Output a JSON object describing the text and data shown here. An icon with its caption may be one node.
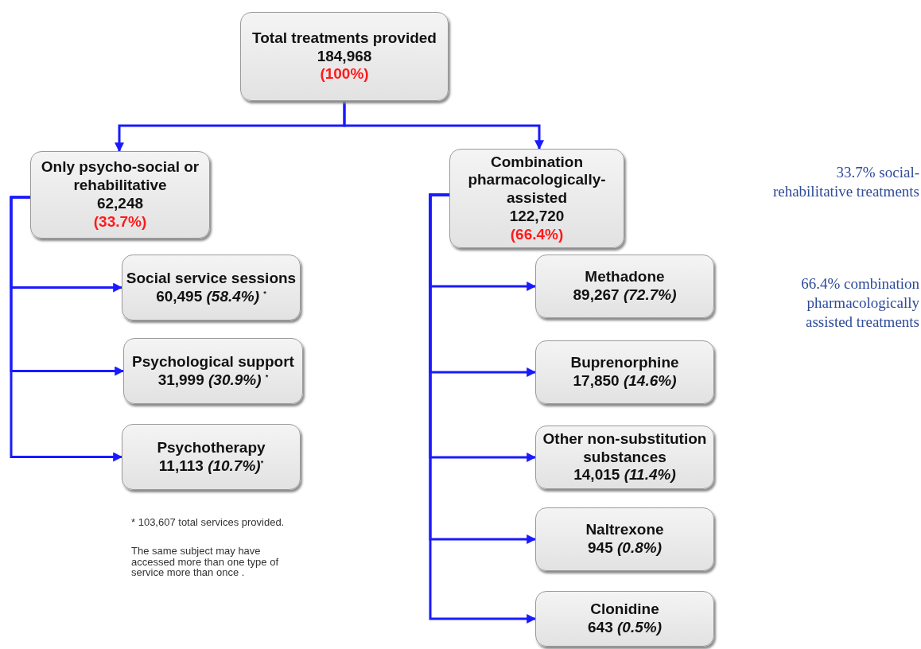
{
  "diagram": {
    "nodes": [
      {
        "text": [
          "Total treatments provided",
          "184,968",
          "(100%)"
        ]
      },
      {
        "text": [
          "Only psycho-social or rehabilitative",
          "62,248",
          "(33.7%)"
        ]
      },
      {
        "text": [
          "Combination pharmacologically-assisted",
          "122,720",
          "(66.4%)"
        ]
      },
      {
        "text": [
          "Social service sessions",
          "60,495 *(58.4%)* $^{*}$"
        ]
      },
      {
        "text": [
          "Psychological support",
          "31,999 *(30.9%)* $^{*}$"
        ]
      },
      {
        "text": [
          "Psychotherapy",
          "11,113 *(10.7%)*$^{*}$"
        ]
      },
      {
        "text": [
          "Methadone",
          "89,267 *(72.7%)*"
        ]
      },
      {
        "text": [
          "Buprenorphine",
          "17,850 *(14.6%)*"
        ]
      },
      {
        "text": [
          "Other non-substitution substances",
          "14,015 *(11.4%)*"
        ]
      },
      {
        "text": [
          "Naltrexone",
          "945 *(0.8%)*"
        ]
      },
      {
        "text": [
          "Clonidine",
          "643 *(0.5%)*"
        ]
      }
    ],
    "edges": [
      {
        "from": 0,
        "to": 1,
        "arrow": "to"
      },
      {
        "from": 0,
        "to": 2,
        "arrow": "to"
      },
      {
        "from": 1,
        "to": 3,
        "arrow": "to"
      },
      {
        "from": 1,
        "to": 4,
        "arrow": "to"
      },
      {
        "from": 1,
        "to": 5,
        "arrow": "to"
      },
      {
        "from": 2,
        "to": 6,
        "arrow": "to"
      },
      {
        "from": 2,
        "to": 7,
        "arrow": "to"
      },
      {
        "from": 2,
        "to": 8,
        "arrow": "to"
      },
      {
        "from": 2,
        "to": 9,
        "arrow": "to"
      },
      {
        "from": 2,
        "to": 10,
        "arrow": "to"
      }
    ],
    "labels": [
      "* 103,607 total services provided.",
      "The same subject may have accessed more than one type of service more than once .",
      "33.7% social-rehabilitative treatments",
      "66.4% combination pharmacologically assisted treatments"
    ]
  }
}
